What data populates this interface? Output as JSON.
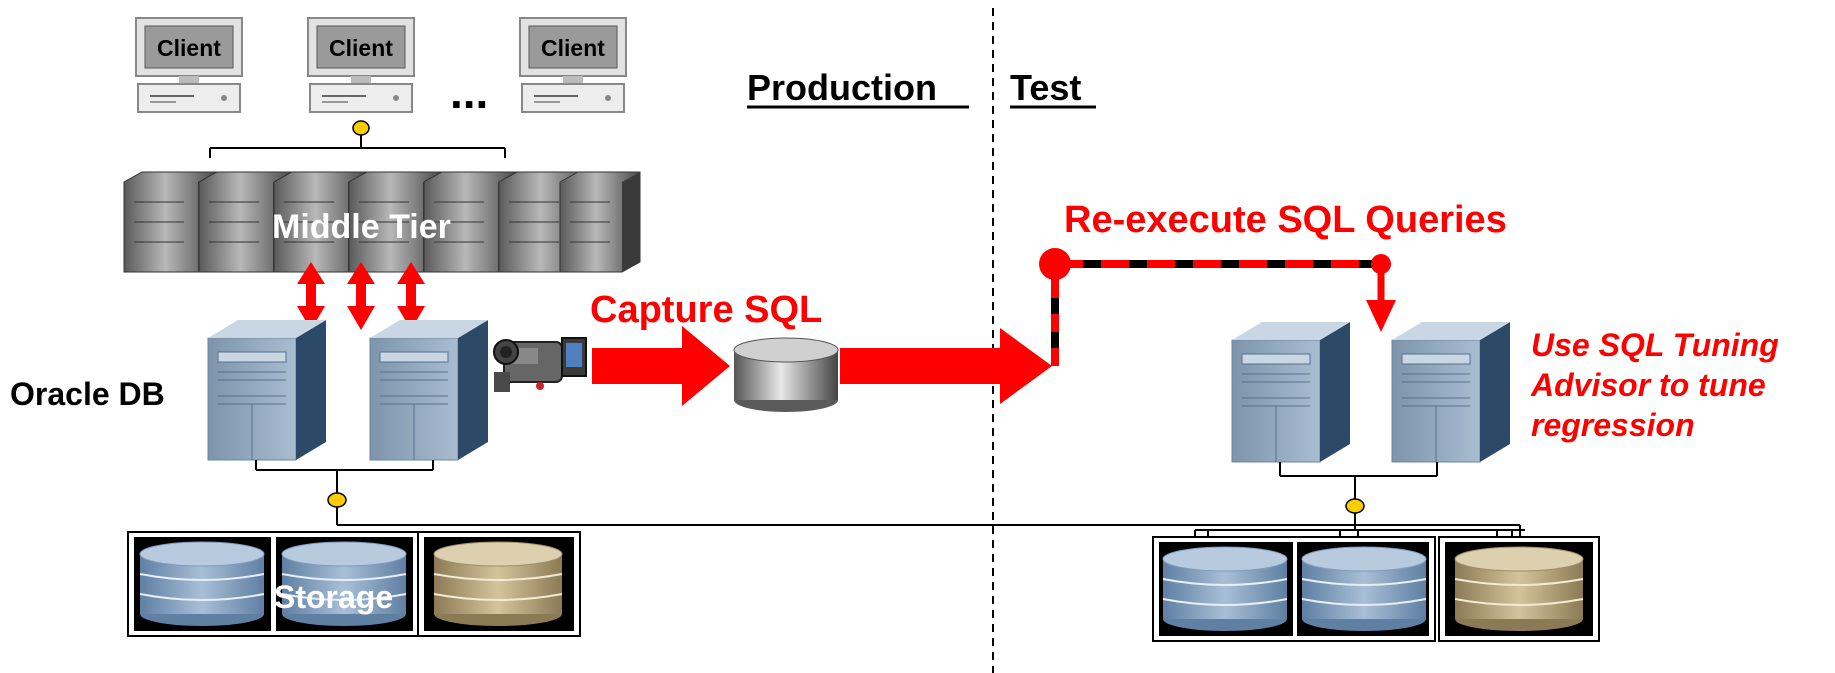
{
  "labels": {
    "client": "Client",
    "ellipsis": "...",
    "production": "Production",
    "test": "Test",
    "middle_tier": "Middle Tier",
    "oracle_db": "Oracle DB",
    "storage": "Storage",
    "capture_sql": "Capture SQL",
    "reexecute": "Re-execute SQL Queries",
    "advisor": [
      "Use SQL Tuning",
      "Advisor to tune",
      "regression"
    ]
  },
  "colors": {
    "accent_red": "#ff0000",
    "connector_yellow": "#ffcc00",
    "server_blue": "#9fb6cc",
    "disk_blue": "#7f9cbd",
    "disk_tan": "#b5a27c"
  }
}
